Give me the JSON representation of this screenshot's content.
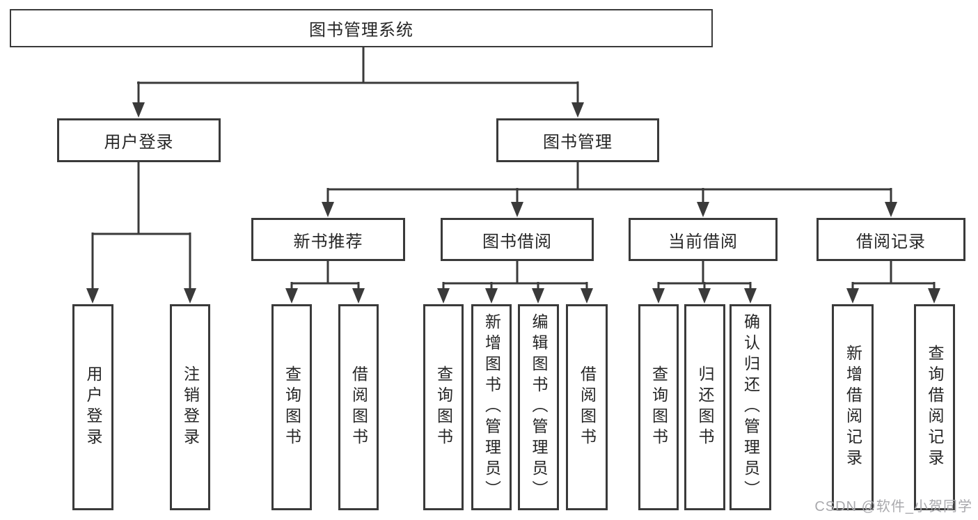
{
  "tree": {
    "root": "图书管理系统",
    "children": [
      {
        "label": "用户登录",
        "children": [
          {
            "label": "用户登录"
          },
          {
            "label": "注销登录"
          }
        ]
      },
      {
        "label": "图书管理",
        "children": [
          {
            "label": "新书推荐",
            "children": [
              {
                "label": "查询图书"
              },
              {
                "label": "借阅图书"
              }
            ]
          },
          {
            "label": "图书借阅",
            "children": [
              {
                "label": "查询图书"
              },
              {
                "label": "新增图书（管理员）"
              },
              {
                "label": "编辑图书（管理员）"
              },
              {
                "label": "借阅图书"
              }
            ]
          },
          {
            "label": "当前借阅",
            "children": [
              {
                "label": "查询图书"
              },
              {
                "label": "归还图书"
              },
              {
                "label": "确认归还（管理员）"
              }
            ]
          },
          {
            "label": "借阅记录",
            "children": [
              {
                "label": "新增借阅记录"
              },
              {
                "label": "查询借阅记录"
              }
            ]
          }
        ]
      }
    ]
  },
  "watermark": {
    "text": "CSDN @软件_小贺同学"
  },
  "colors": {
    "line": "#3a3a3a",
    "box_border": "#3a3a3a",
    "text": "#262626",
    "watermark": "#a9a9ad",
    "background": "#ffffff"
  }
}
